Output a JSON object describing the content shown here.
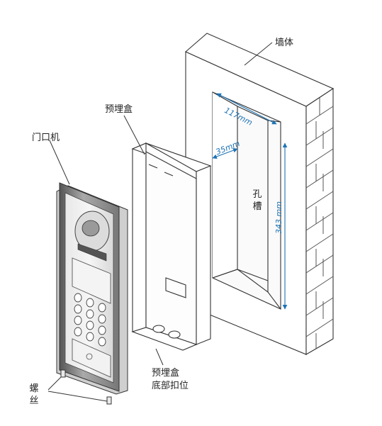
{
  "labels": {
    "wall": "墙体",
    "embedded_box": "预埋盒",
    "door_unit": "门口机",
    "slot": "孔\n槽",
    "box_bottom_clip_line1": "预埋盒",
    "box_bottom_clip_line2": "底部扣位",
    "screws": "螺\n丝"
  },
  "dimensions": {
    "width": "117mm",
    "depth": "35mm",
    "height": "343 mm"
  },
  "colors": {
    "line": "#333333",
    "dimension": "#1d73b5",
    "brick_gap": "#555555"
  }
}
